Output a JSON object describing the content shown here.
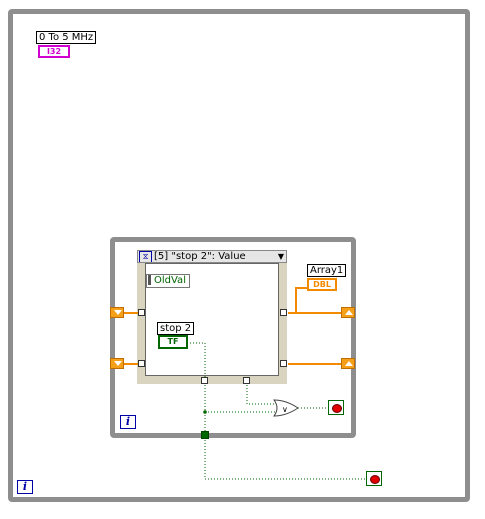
{
  "labels": {
    "freq_control": "0 To 5 MHz",
    "array_indicator": "Array1",
    "stop_control": "stop 2",
    "old_value": "OldVal"
  },
  "terminals": {
    "freq_type": "I32",
    "array_type": "DBL",
    "stop_type": "TF"
  },
  "event_structure": {
    "case_selector": "[5] \"stop 2\": Value",
    "dropdown_icon": "triangle-down-icon"
  },
  "iteration_terminals": {
    "inner": "i",
    "outer": "i"
  },
  "colors": {
    "loop_border": "#8e8e8e",
    "numeric_wire": "#f28b00",
    "boolean_wire": "#006600",
    "control_pink": "#d000d0"
  }
}
